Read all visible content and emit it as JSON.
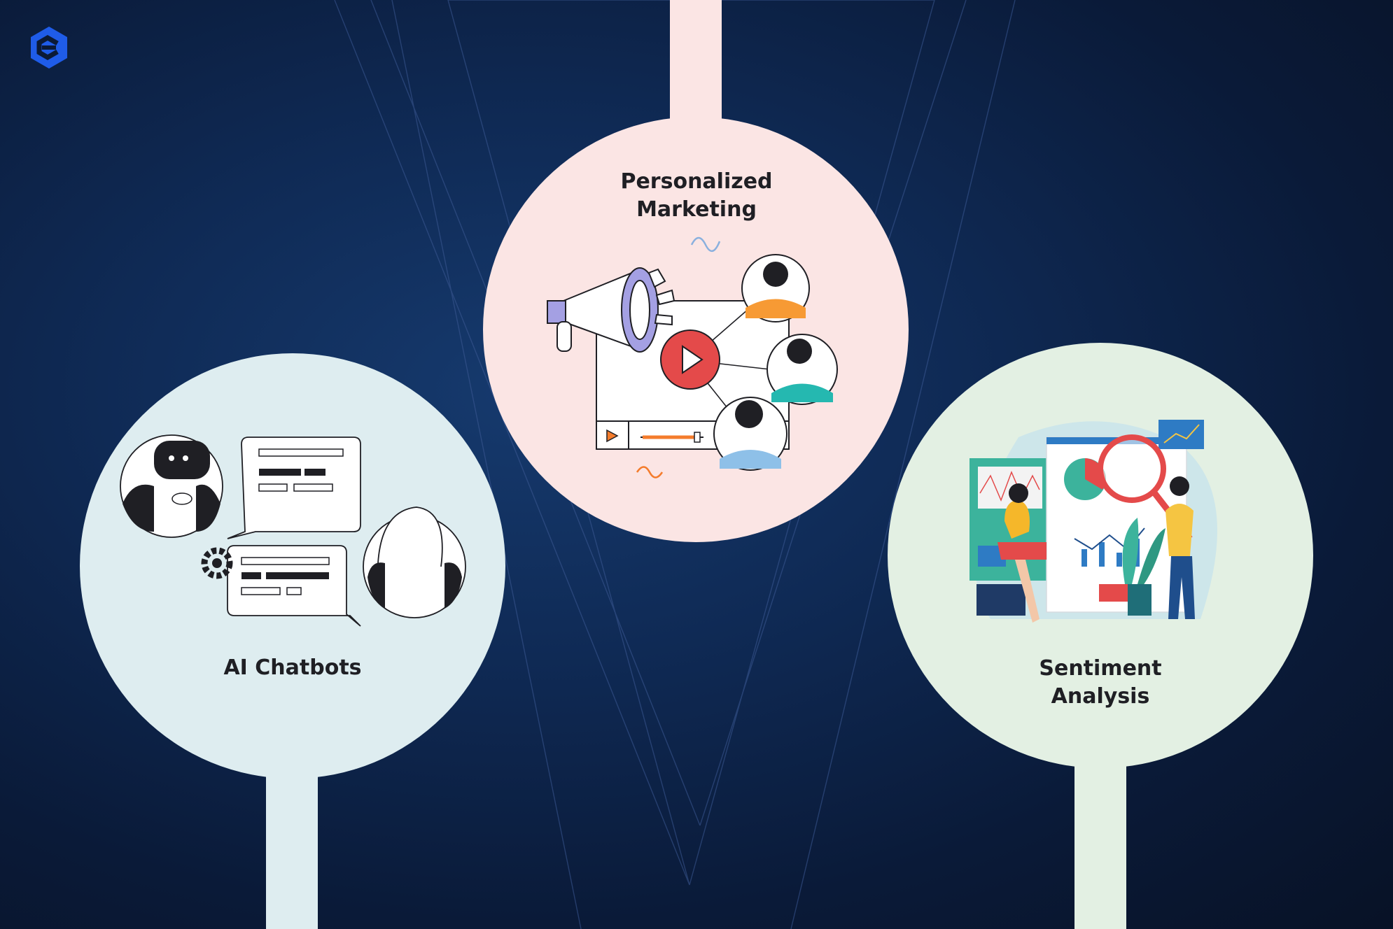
{
  "brand": {
    "logo_icon": "e-logo-icon",
    "accent": "#1f5ce8"
  },
  "background": {
    "color": "#0f2a55"
  },
  "nodes": [
    {
      "id": "chatbots",
      "title": "AI Chatbots",
      "color": "#deedf0",
      "icon": "robot-chat-illustration-icon"
    },
    {
      "id": "marketing",
      "title_line1": "Personalized",
      "title_line2": "Marketing",
      "color": "#fbe5e4",
      "icon": "megaphone-video-illustration-icon"
    },
    {
      "id": "sentiment",
      "title_line1": "Sentiment",
      "title_line2": "Analysis",
      "color": "#e3f0e3",
      "icon": "analytics-illustration-icon"
    }
  ]
}
